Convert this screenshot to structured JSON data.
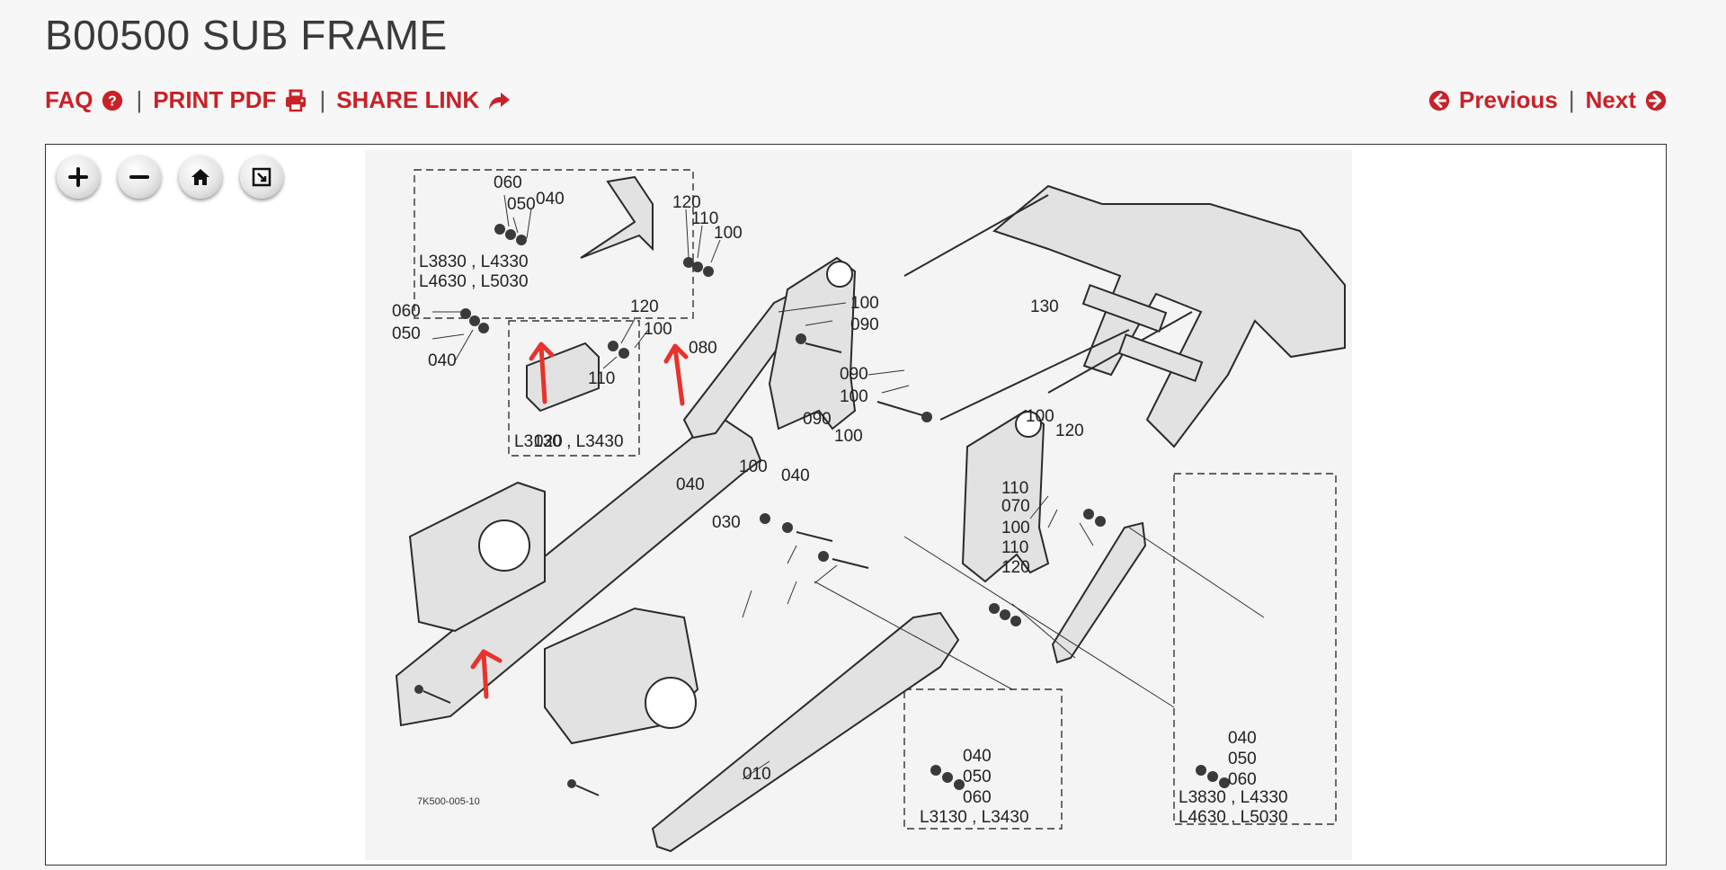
{
  "page": {
    "title": "B00500 SUB FRAME"
  },
  "actions": {
    "faq": "FAQ",
    "print": "PRINT PDF",
    "share": "SHARE LINK"
  },
  "nav": {
    "previous": "Previous",
    "next": "Next"
  },
  "viewer": {
    "buttons": [
      "zoom-in-icon",
      "zoom-out-icon",
      "home-icon",
      "fullscreen-icon"
    ]
  },
  "diagram": {
    "code": "7K500-005-10",
    "labels": {
      "tl_060": "060",
      "tl_050": "050",
      "tl_040": "040",
      "tl_models1": "L3830 , L4330",
      "tl_models2": "L4630 , L5030",
      "l_060": "060",
      "l_050": "050",
      "l_040": "040",
      "m_models": "L3130 , L3430",
      "m_120": "120",
      "m_100": "100",
      "m_110": "110",
      "t_120": "120",
      "t_110": "110",
      "t_100": "100",
      "p_080": "080",
      "r_100a": "100",
      "r_090a": "090",
      "r_130": "130",
      "c_090": "090",
      "c_100": "100",
      "l_020": "020",
      "c_090b": "090",
      "c_100b": "100",
      "c_100c": "100",
      "c_040a": "040",
      "c_040b": "040",
      "c_030": "030",
      "r_100b": "100",
      "r_120b": "120",
      "r_110": "110",
      "r_070": "070",
      "r_100c": "100",
      "r_110c": "110",
      "r_120c": "120",
      "b_010": "010",
      "bm_040": "040",
      "bm_050": "050",
      "bm_060": "060",
      "bm_models": "L3130 , L3430",
      "br_040": "040",
      "br_050": "050",
      "br_060": "060",
      "br_models1": "L3830 , L4330",
      "br_models2": "L4630 , L5030"
    }
  },
  "colors": {
    "accent": "#c82228",
    "annotation": "#e8322b"
  }
}
